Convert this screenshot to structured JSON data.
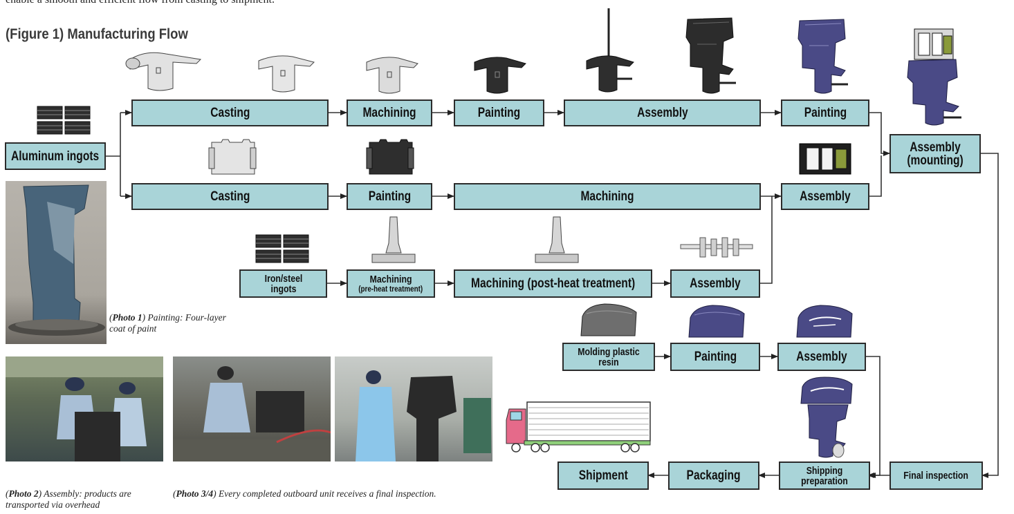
{
  "intro_text": "enable a smooth and efficient flow from casting to shipment.",
  "figure_title": "(Figure 1) Manufacturing Flow",
  "boxes": {
    "aluminum_ingots": "Aluminum ingots",
    "casting_top": "Casting",
    "machining_top": "Machining",
    "painting_top": "Painting",
    "assembly_top": "Assembly",
    "painting_top2": "Painting",
    "assembly_mounting": "Assembly (mounting)",
    "casting_mid": "Casting",
    "painting_mid": "Painting",
    "machining_mid": "Machining",
    "assembly_mid": "Assembly",
    "iron_steel_ingots": "Iron/steel ingots",
    "machining_pre": "Machining",
    "machining_pre_sub": "(pre-heat treatment)",
    "machining_post": "Machining (post-heat treatment)",
    "assembly_crank": "Assembly",
    "molding": "Molding plastic resin",
    "painting_cowl": "Painting",
    "assembly_cowl": "Assembly",
    "shipment": "Shipment",
    "packaging": "Packaging",
    "shipping_prep": "Shipping preparation",
    "final_inspection": "Final inspection"
  },
  "captions": {
    "photo1_label": "Photo 1",
    "photo1_text": " Painting: Four-layer coat of paint",
    "photo2_label": "Photo 2",
    "photo2_text": " Assembly: products are transported via overhead",
    "photo34_label": "Photo 3/4",
    "photo34_text": " Every completed outboard unit receives a final inspection."
  },
  "colors": {
    "box_fill": "#a9d4d8",
    "box_border": "#2b2b2b",
    "engine_blue": "#4a4a86",
    "part_gray": "#d9d9d9",
    "part_dark": "#2e2e2e"
  },
  "icons": [
    "ingot-stack-icon",
    "gearcase-part-icon",
    "cylinder-block-icon",
    "driveshaft-housing-icon",
    "outboard-motor-icon",
    "engine-block-icon",
    "crankshaft-icon",
    "cowling-icon",
    "truck-icon"
  ]
}
